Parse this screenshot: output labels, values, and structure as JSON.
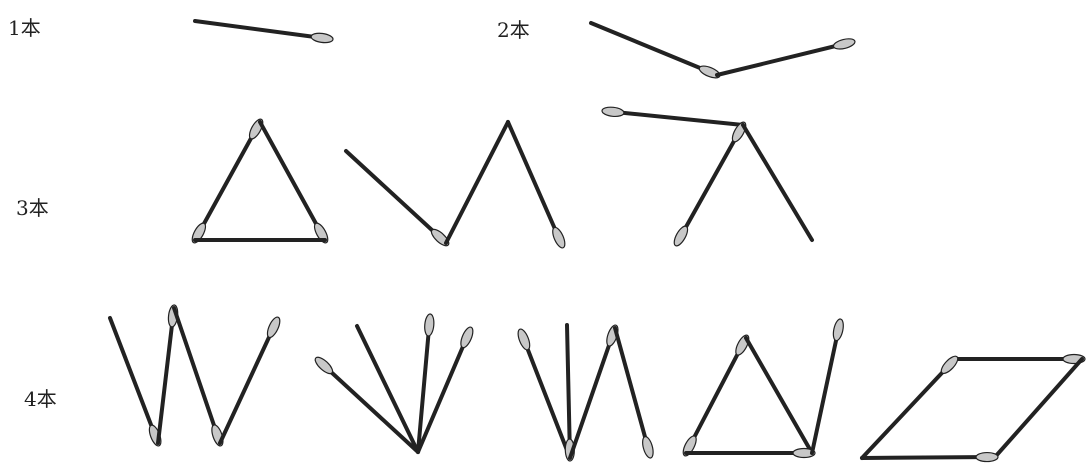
{
  "labels": {
    "one": "1本",
    "two": "2本",
    "three": "3本",
    "four": "4本"
  },
  "colors": {
    "stick": "#222222",
    "bud": "#c8c8c8"
  }
}
